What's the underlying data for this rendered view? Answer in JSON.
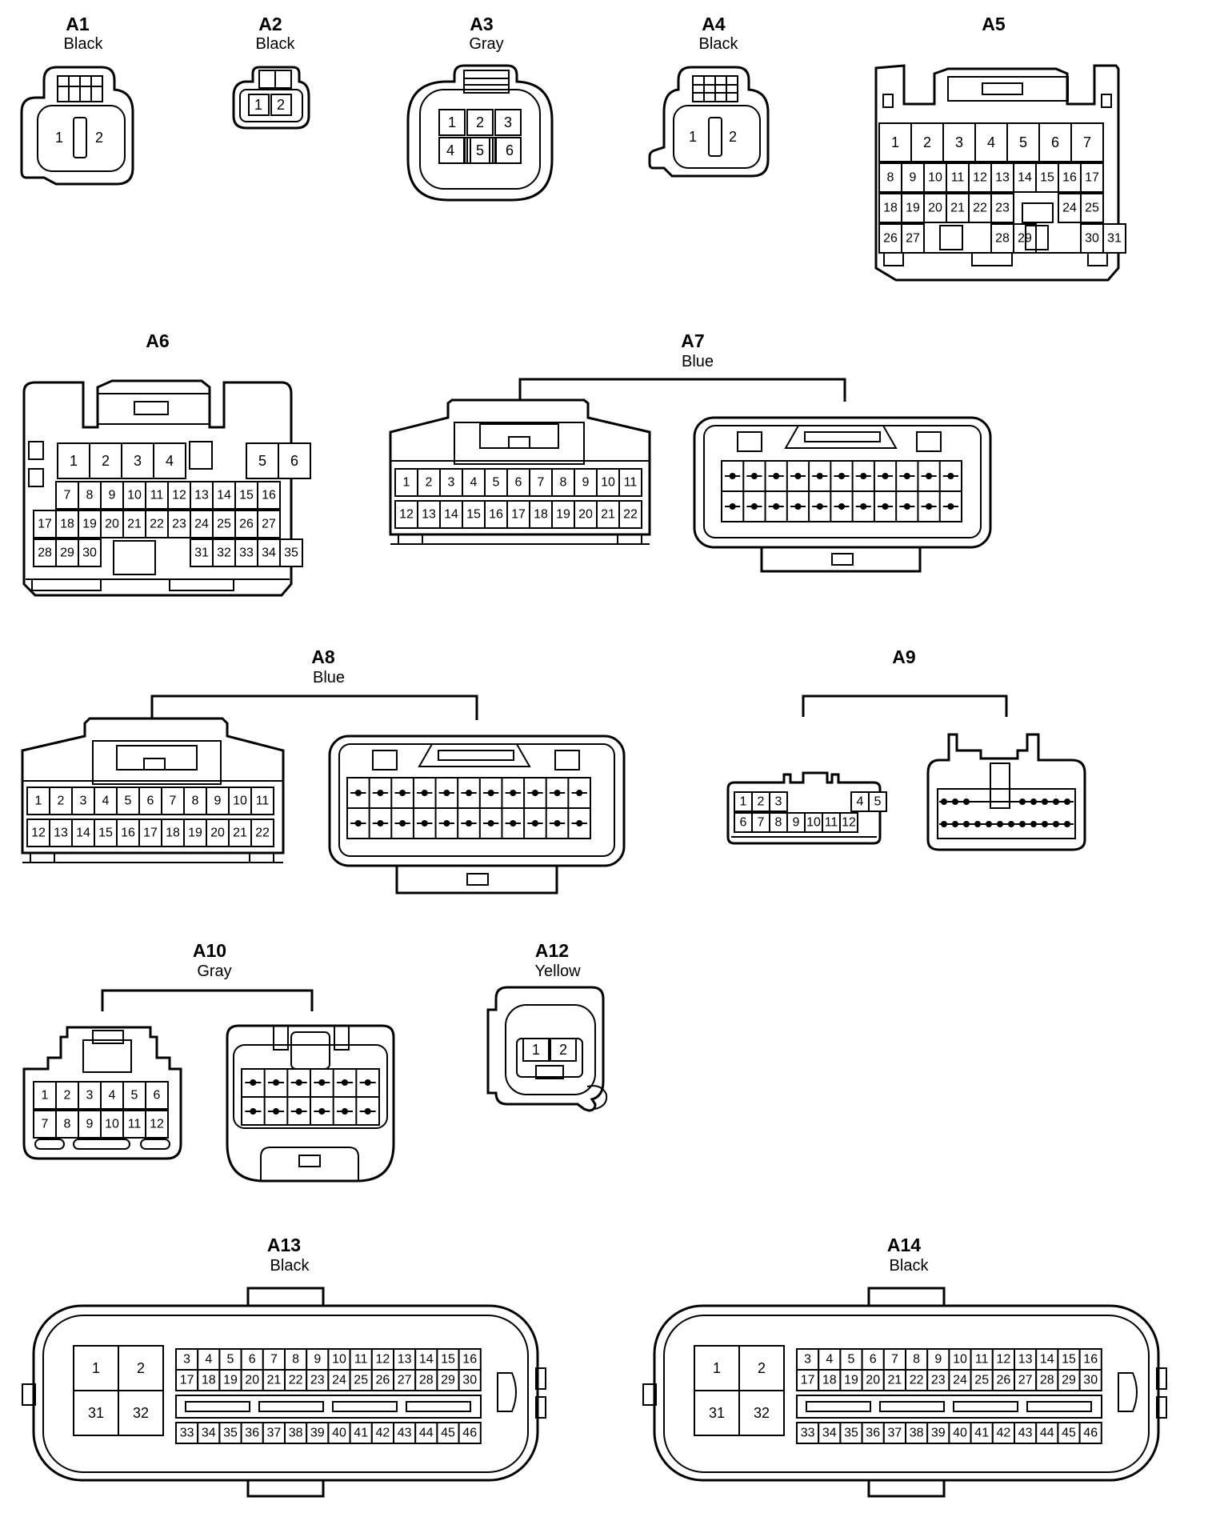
{
  "connectors": [
    {
      "id": "A1",
      "color": "Black",
      "pins": [
        "1",
        "2"
      ]
    },
    {
      "id": "A2",
      "color": "Black",
      "pins": [
        "1",
        "2"
      ]
    },
    {
      "id": "A3",
      "color": "Gray",
      "pins": [
        "1",
        "2",
        "3",
        "4",
        "5",
        "6"
      ]
    },
    {
      "id": "A4",
      "color": "Black",
      "pins": [
        "1",
        "2"
      ]
    },
    {
      "id": "A5",
      "color": "",
      "pin_rows": [
        [
          "1",
          "2",
          "3",
          "4",
          "5",
          "6",
          "7"
        ],
        [
          "8",
          "9",
          "10",
          "11",
          "12",
          "13",
          "14",
          "15",
          "16",
          "17"
        ],
        [
          "18",
          "19",
          "20",
          "21",
          "22",
          "23",
          "24",
          "25"
        ],
        [
          "26",
          "27",
          "28",
          "29",
          "30",
          "31"
        ]
      ]
    },
    {
      "id": "A6",
      "color": "",
      "pin_rows": [
        [
          "1",
          "2",
          "3",
          "4",
          "5",
          "6"
        ],
        [
          "7",
          "8",
          "9",
          "10",
          "11",
          "12",
          "13",
          "14",
          "15",
          "16"
        ],
        [
          "17",
          "18",
          "19",
          "20",
          "21",
          "22",
          "23",
          "24",
          "25",
          "26",
          "27"
        ],
        [
          "28",
          "29",
          "30",
          "31",
          "32",
          "33",
          "34",
          "35"
        ]
      ]
    },
    {
      "id": "A7",
      "color": "Blue",
      "pin_rows": [
        [
          "1",
          "2",
          "3",
          "4",
          "5",
          "6",
          "7",
          "8",
          "9",
          "10",
          "11"
        ],
        [
          "12",
          "13",
          "14",
          "15",
          "16",
          "17",
          "18",
          "19",
          "20",
          "21",
          "22"
        ]
      ]
    },
    {
      "id": "A8",
      "color": "Blue",
      "pin_rows": [
        [
          "1",
          "2",
          "3",
          "4",
          "5",
          "6",
          "7",
          "8",
          "9",
          "10",
          "11"
        ],
        [
          "12",
          "13",
          "14",
          "15",
          "16",
          "17",
          "18",
          "19",
          "20",
          "21",
          "22"
        ]
      ]
    },
    {
      "id": "A9",
      "color": "",
      "pin_rows": [
        [
          "1",
          "2",
          "3",
          "4",
          "5"
        ],
        [
          "6",
          "7",
          "8",
          "9",
          "10",
          "11",
          "12"
        ]
      ]
    },
    {
      "id": "A10",
      "color": "Gray",
      "pin_rows": [
        [
          "1",
          "2",
          "3",
          "4",
          "5",
          "6"
        ],
        [
          "7",
          "8",
          "9",
          "10",
          "11",
          "12"
        ]
      ]
    },
    {
      "id": "A12",
      "color": "Yellow",
      "pins": [
        "1",
        "2"
      ]
    },
    {
      "id": "A13",
      "color": "Black",
      "big_pins": [
        "1",
        "2",
        "31",
        "32"
      ],
      "rows": [
        [
          "3",
          "4",
          "5",
          "6",
          "7",
          "8",
          "9",
          "10",
          "11",
          "12",
          "13",
          "14",
          "15",
          "16"
        ],
        [
          "17",
          "18",
          "19",
          "20",
          "21",
          "22",
          "23",
          "24",
          "25",
          "26",
          "27",
          "28",
          "29",
          "30"
        ],
        [
          "33",
          "34",
          "35",
          "36",
          "37",
          "38",
          "39",
          "40",
          "41",
          "42",
          "43",
          "44",
          "45",
          "46"
        ]
      ]
    },
    {
      "id": "A14",
      "color": "Black",
      "big_pins": [
        "1",
        "2",
        "31",
        "32"
      ],
      "rows": [
        [
          "3",
          "4",
          "5",
          "6",
          "7",
          "8",
          "9",
          "10",
          "11",
          "12",
          "13",
          "14",
          "15",
          "16"
        ],
        [
          "17",
          "18",
          "19",
          "20",
          "21",
          "22",
          "23",
          "24",
          "25",
          "26",
          "27",
          "28",
          "29",
          "30"
        ],
        [
          "33",
          "34",
          "35",
          "36",
          "37",
          "38",
          "39",
          "40",
          "41",
          "42",
          "43",
          "44",
          "45",
          "46"
        ]
      ]
    }
  ]
}
